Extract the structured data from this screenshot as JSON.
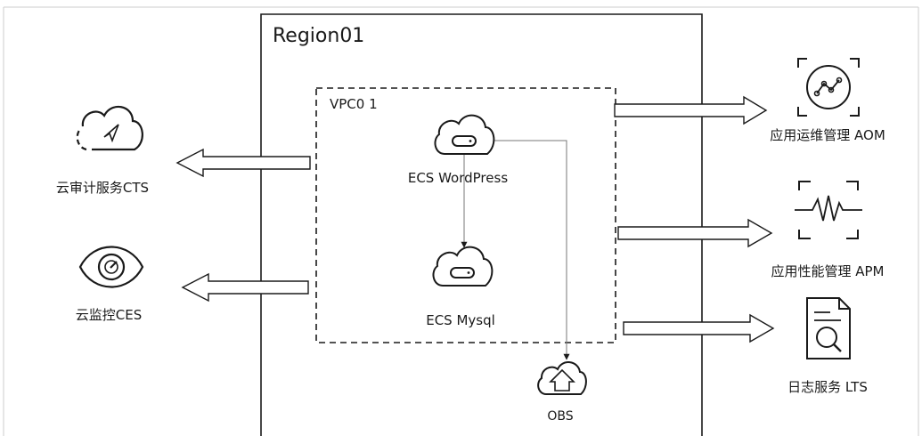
{
  "region": {
    "title": "Region01"
  },
  "vpc": {
    "title": "VPC0 1"
  },
  "nodes": {
    "ecs_wordpress": {
      "label": "ECS WordPress",
      "icon": "server-cloud-icon"
    },
    "ecs_mysql": {
      "label": "ECS Mysql",
      "icon": "server-cloud-icon"
    },
    "obs": {
      "label": "OBS",
      "icon": "upload-cloud-icon"
    }
  },
  "services": {
    "cts": {
      "label": "云审计服务CTS",
      "icon": "audit-cloud-icon"
    },
    "ces": {
      "label": "云监控CES",
      "icon": "eye-icon"
    },
    "aom": {
      "label": "应用运维管理 AOM",
      "icon": "line-chart-icon"
    },
    "apm": {
      "label": "应用性能管理 APM",
      "icon": "pulse-icon"
    },
    "lts": {
      "label": "日志服务 LTS",
      "icon": "log-search-icon"
    }
  },
  "colors": {
    "stroke": "#1a1a1a",
    "frame": "#cccccc",
    "background": "#ffffff"
  }
}
